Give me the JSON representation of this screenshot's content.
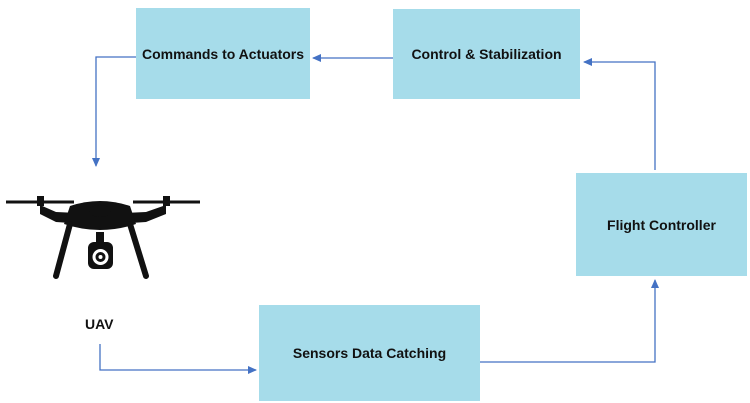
{
  "diagram": {
    "blocks": {
      "commands": "Commands to Actuators",
      "control": "Control & Stabilization",
      "flight": "Flight Controller",
      "sensors": "Sensors Data Catching"
    },
    "uav_label": "UAV",
    "uav_icon": "drone-icon",
    "colors": {
      "block_fill": "#a6dcea",
      "arrow": "#4472c4",
      "drone": "#111111"
    }
  }
}
